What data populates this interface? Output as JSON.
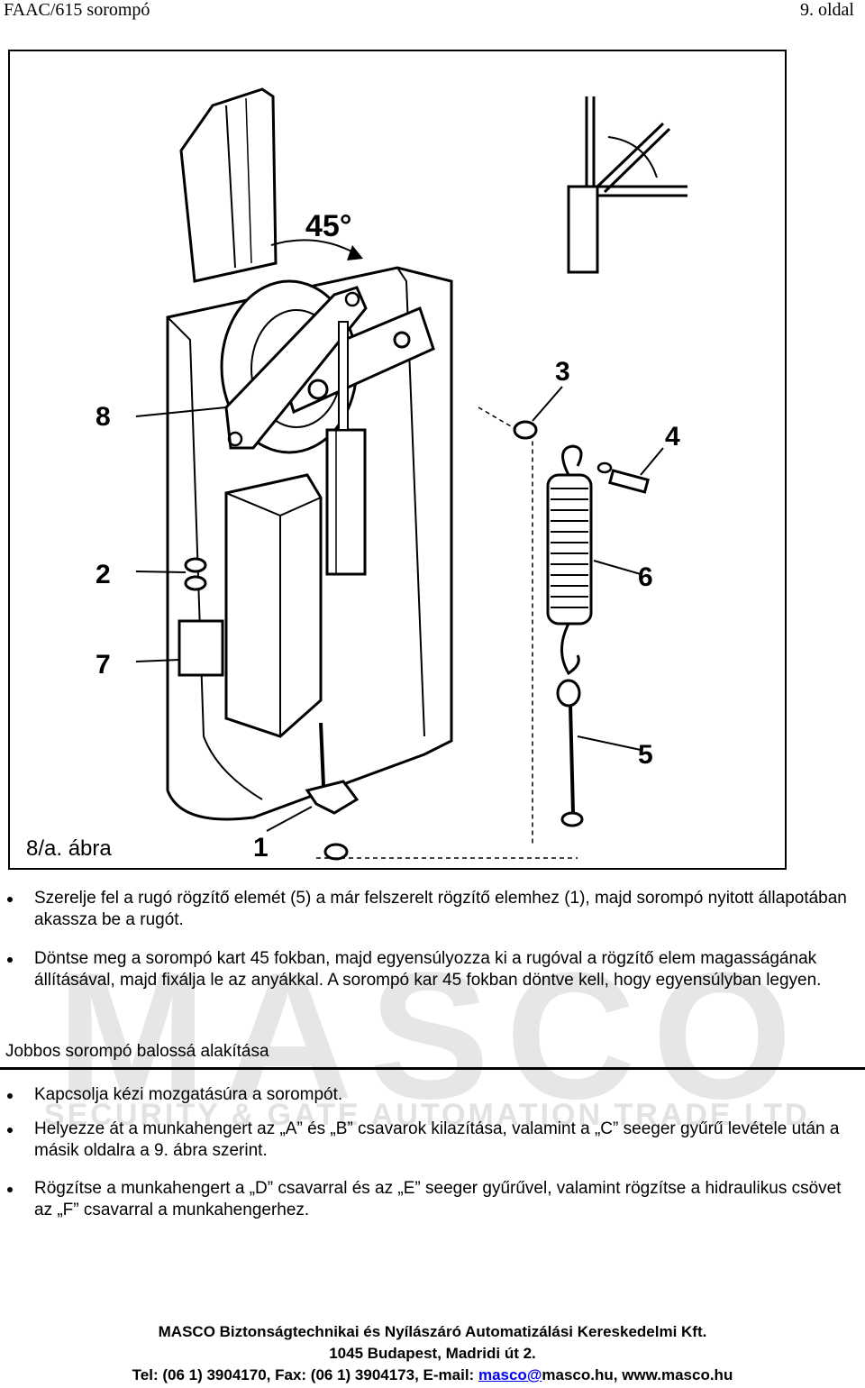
{
  "header": {
    "title": "FAAC/615 sorompó",
    "page": "9. oldal"
  },
  "figure": {
    "caption": "8/a. ábra",
    "angle_label": "45°",
    "callouts": [
      "1",
      "2",
      "3",
      "4",
      "5",
      "6",
      "7",
      "8"
    ]
  },
  "watermark": {
    "brand": "MASCO",
    "tagline": "SECURITY & GATE AUTOMATION TRADE LTD."
  },
  "bullets_top": [
    "Szerelje fel a rugó rögzítő elemét (5) a már felszerelt rögzítő elemhez (1), majd sorompó nyitott állapotában akassza be a rugót.",
    "Döntse meg a sorompó kart 45 fokban, majd egyensúlyozza ki a rugóval a rögzítő elem magasságának állításával, majd fixálja le az anyákkal. A sorompó kar 45 fokban döntve kell, hogy egyensúlyban legyen."
  ],
  "section_title": "Jobbos sorompó balossá alakítása",
  "bullets_bottom": [
    "Kapcsolja kézi mozgatásúra a sorompót.",
    "Helyezze át a munkahengert az „A” és „B” csavarok kilazítása, valamint a „C” seeger gyűrű levétele után a másik oldalra a 9. ábra szerint.",
    "Rögzítse a munkahengert a „D” csavarral és az „E” seeger gyűrűvel, valamint rögzítse a hidraulikus csövet az „F” csavarral a munkahengerhez."
  ],
  "footer": {
    "line1": "MASCO Biztonságtechnikai és Nyílászáró Automatizálási Kereskedelmi Kft.",
    "line2": "1045 Budapest, Madridi út 2.",
    "line3_prefix": "Tel: (06 1) 3904170, Fax: (06 1) 3904173, E-mail: ",
    "email_link": "masco@",
    "line3_suffix": "masco.hu, www.masco.hu"
  }
}
